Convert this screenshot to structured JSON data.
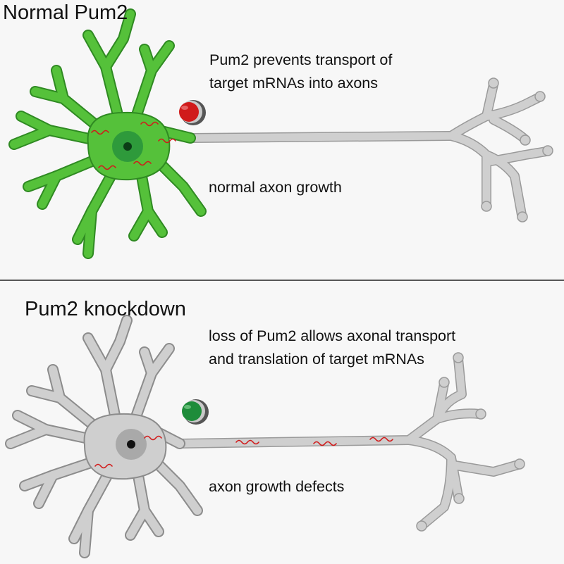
{
  "panels": [
    {
      "title": "Normal Pum2",
      "caption_lines": [
        "Pum2 prevents transport of",
        "target mRNAs into axons"
      ],
      "outcome": "normal axon growth",
      "colors": {
        "soma_fill": "#55c13a",
        "soma_stroke": "#2f8a22",
        "nucleus": "#2e9a3b",
        "nucleolus": "#0b3d16",
        "signal": "#d01b1b"
      }
    },
    {
      "title": "Pum2 knockdown",
      "caption_lines": [
        "loss of Pum2 allows axonal transport",
        "and translation of target mRNAs"
      ],
      "outcome": "axon growth defects",
      "colors": {
        "soma_fill": "#cfcfcf",
        "soma_stroke": "#8c8c8c",
        "nucleus": "#a9a9a9",
        "nucleolus": "#111111",
        "signal": "#1e8c3a"
      }
    }
  ],
  "colors": {
    "axon": "#c9c9c9",
    "axon_stroke": "#9a9a9a",
    "mrna": "#d11a1a",
    "divider": "#222222"
  }
}
